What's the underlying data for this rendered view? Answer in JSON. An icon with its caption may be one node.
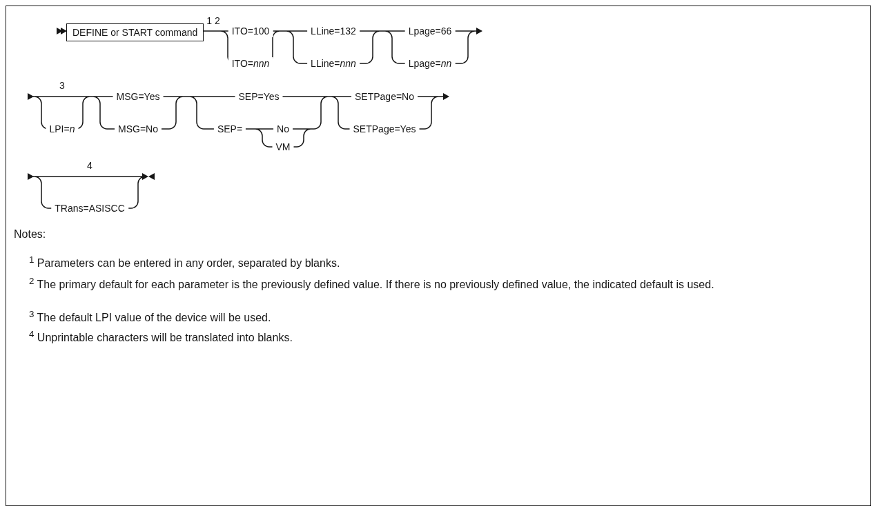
{
  "diagram": {
    "nodes": [
      {
        "text": [
          "DEFINE or START command"
        ],
        "beside": [
          "1 2"
        ]
      }
    ],
    "edges": [],
    "labels": [
      "ITO=100",
      "ITO=*nnn*",
      "LLine=132",
      "LLine=*nnn*",
      "Lpage=66",
      "Lpage=*nn*",
      "3",
      "LPI=*n*",
      "MSG=Yes",
      "MSG=No",
      "SEP=Yes",
      "SEP=",
      "No",
      "VM",
      "SETPage=No",
      "SETPage=Yes",
      "4",
      "TRans=ASISCC",
      "Notes:",
      "$^{1}$ Parameters can be entered in any order, separated by blanks.",
      "$^{2}$ The primary default for each parameter is the previously defined value. If there is no previously defined value, the indicated default is used.",
      "$^{3}$ The default LPI value of the device will be used.",
      "$^{4}$ Unprintable characters will be translated into blanks."
    ]
  }
}
